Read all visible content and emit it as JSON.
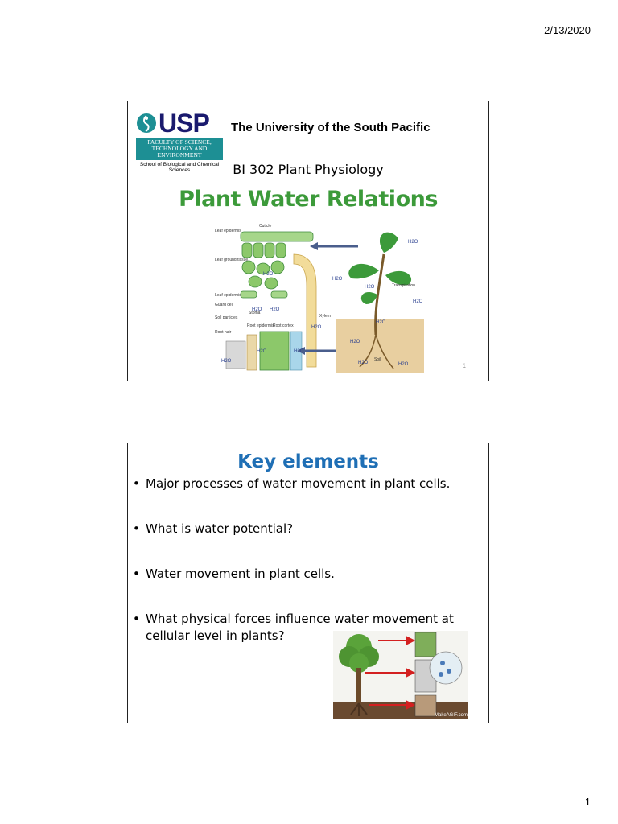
{
  "page": {
    "date": "2/13/2020",
    "page_number": "1"
  },
  "slide1": {
    "logo": {
      "text": "USP",
      "faculty": "FACULTY OF SCIENCE, TECHNOLOGY AND ENVIRONMENT",
      "school": "School of Biological and Chemical Sciences"
    },
    "university": "The University of the South Pacific",
    "course": "BI 302 Plant Physiology",
    "title": "Plant Water Relations",
    "slide_number": "1",
    "diagram_labels": {
      "cuticle": "Cuticle",
      "leaf_epidermis": "Leaf epidermis",
      "leaf_ground_tissue": "Leaf ground tissue",
      "leaf_epidermis_lower": "Leaf epidermis",
      "guard_cell": "Guard cell",
      "stoma": "Stoma",
      "soil_particles": "Soil particles",
      "root_epidermis": "Root epidermis",
      "root_cortex": "Root cortex",
      "root_hair": "Root hair",
      "xylem": "Xylem",
      "transpiration": "Transpiration",
      "soil": "Soil",
      "h2o": "H2O"
    }
  },
  "slide2": {
    "title": "Key elements",
    "bullets": [
      "Major processes of water movement in plant cells.",
      "What is water potential?",
      "Water movement in plant cells.",
      "What physical forces influence water movement at cellular level in plants?"
    ],
    "watermark": "MakeAGIF.com"
  },
  "colors": {
    "title_green": "#3c9a3a",
    "title_blue": "#1f6fb5",
    "usp_navy": "#1a1a6e",
    "usp_teal": "#1d8f94"
  }
}
